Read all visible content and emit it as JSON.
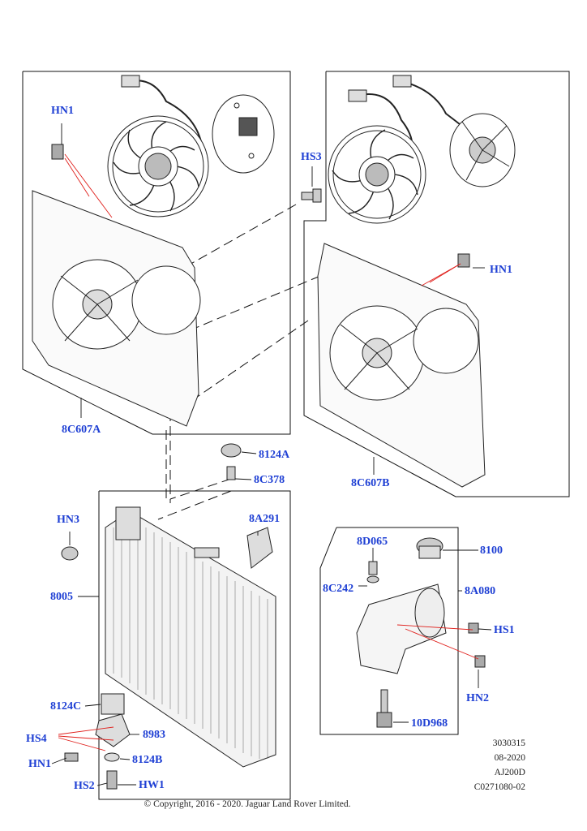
{
  "labels": {
    "hn1_left": "HN1",
    "hs3": "HS3",
    "hn1_right": "HN1",
    "p8c607a": "8C607A",
    "p8c607b": "8C607B",
    "p8124a": "8124A",
    "p8c378": "8C378",
    "hn3": "HN3",
    "p8a291": "8A291",
    "p8005": "8005",
    "p8d065": "8D065",
    "p8100": "8100",
    "p8c242": "8C242",
    "p8a080": "8A080",
    "hs1": "HS1",
    "hn2": "HN2",
    "p10d968": "10D968",
    "p8124c": "8124C",
    "hs4": "HS4",
    "p8983": "8983",
    "hn1_bottom": "HN1",
    "p8124b": "8124B",
    "hs2": "HS2",
    "hw1": "HW1"
  },
  "meta": {
    "line1": "3030315",
    "line2": "08-2020",
    "line3": "AJ200D",
    "line4": "C0271080-02"
  },
  "copyright": "© Copyright, 2016 - 2020. Jaguar Land Rover Limited.",
  "colors": {
    "label": "#1e3fd4",
    "leader": "#e0201c",
    "line": "#111111"
  }
}
